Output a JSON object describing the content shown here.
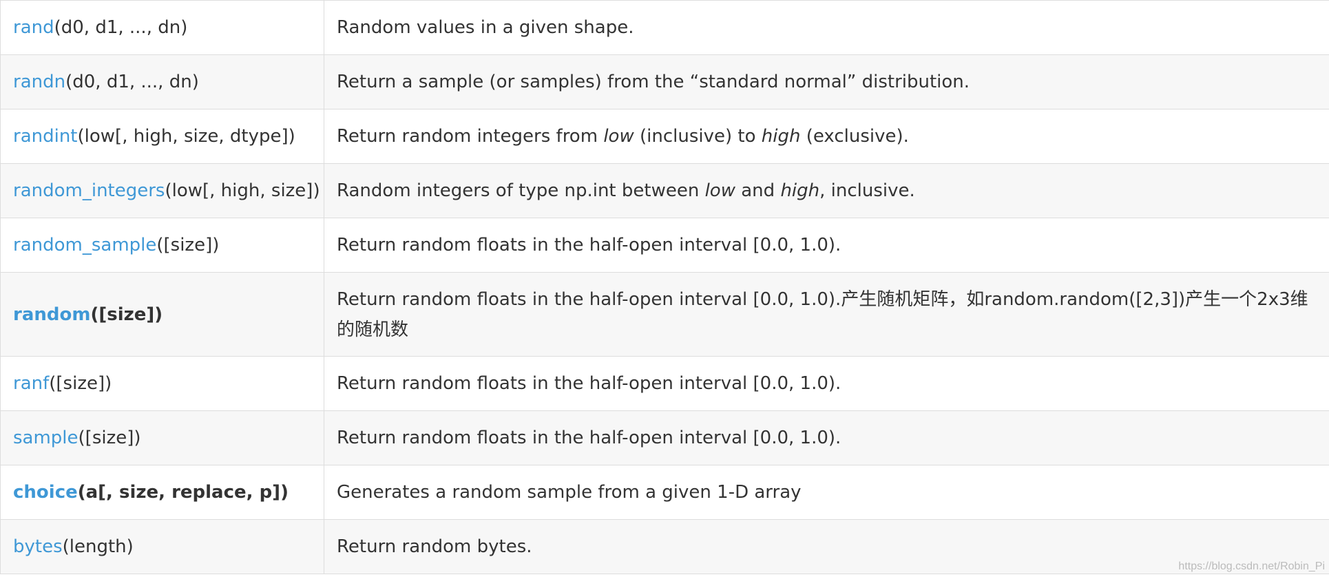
{
  "rows": [
    {
      "fn": "rand",
      "args": "(d0, d1, ..., dn)",
      "desc": [
        "Random values in a given shape."
      ]
    },
    {
      "fn": "randn",
      "args": "(d0, d1, ..., dn)",
      "desc": [
        "Return a sample (or samples) from the “standard normal” distribution."
      ]
    },
    {
      "fn": "randint",
      "args": "(low[, high, size, dtype])",
      "desc": [
        "Return random integers from ",
        "low",
        " (inclusive) to ",
        "high",
        " (exclusive)."
      ]
    },
    {
      "fn": "random_integers",
      "args": "(low[, high, size])",
      "desc": [
        "Random integers of type np.int between ",
        "low",
        " and ",
        "high",
        ", inclusive."
      ]
    },
    {
      "fn": "random_sample",
      "args": "([size])",
      "desc": [
        "Return random floats in the half-open interval [0.0, 1.0)."
      ]
    },
    {
      "fn": "random",
      "args": "([size])",
      "desc": [
        "Return random floats in the half-open interval [0.0, 1.0).产生随机矩阵，如random.random([2,3])产生一个2x3维的随机数"
      ]
    },
    {
      "fn": "ranf",
      "args": "([size])",
      "desc": [
        "Return random floats in the half-open interval [0.0, 1.0)."
      ]
    },
    {
      "fn": "sample",
      "args": "([size])",
      "desc": [
        "Return random floats in the half-open interval [0.0, 1.0)."
      ]
    },
    {
      "fn": "choice",
      "args": "(a[, size, replace, p])",
      "desc": [
        "Generates a random sample from a given 1-D array"
      ]
    },
    {
      "fn": "bytes",
      "args": "(length)",
      "desc": [
        "Return random bytes."
      ]
    }
  ],
  "watermark": "https://blog.csdn.net/Robin_Pi",
  "colors": {
    "link": "#3f98d6",
    "text": "#333333",
    "border": "#dddddd",
    "stripe": "#f7f7f7"
  }
}
